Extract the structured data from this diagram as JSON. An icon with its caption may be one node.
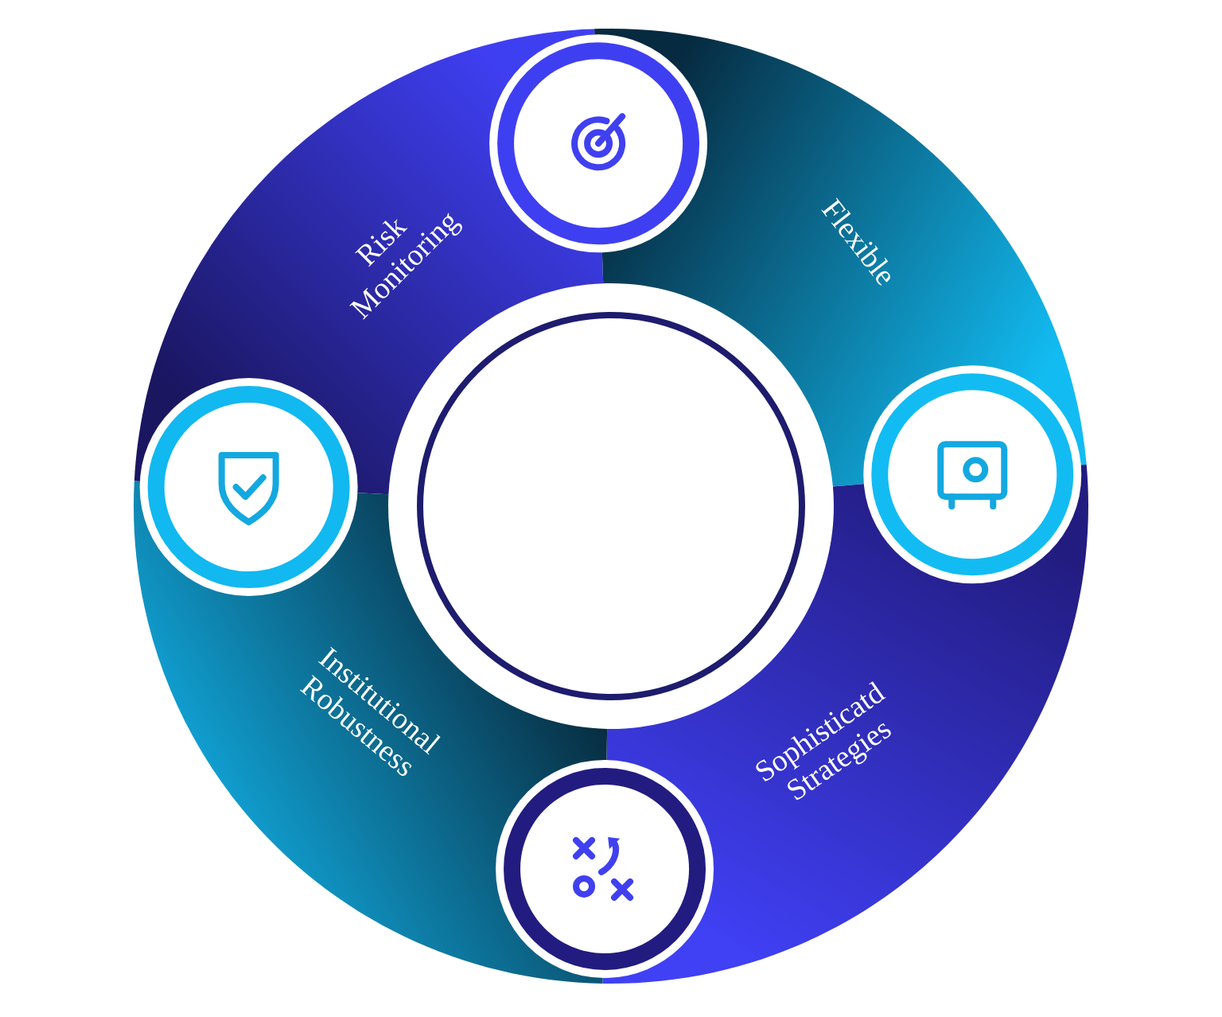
{
  "diagram": {
    "nodes": [
      {
        "text": [
          "Risk Monitoring"
        ]
      },
      {
        "text": [
          "Flexible"
        ]
      },
      {
        "text": [
          "Sophisticatd Strategies"
        ]
      },
      {
        "text": [
          "Institutional Robustness"
        ]
      }
    ]
  }
}
